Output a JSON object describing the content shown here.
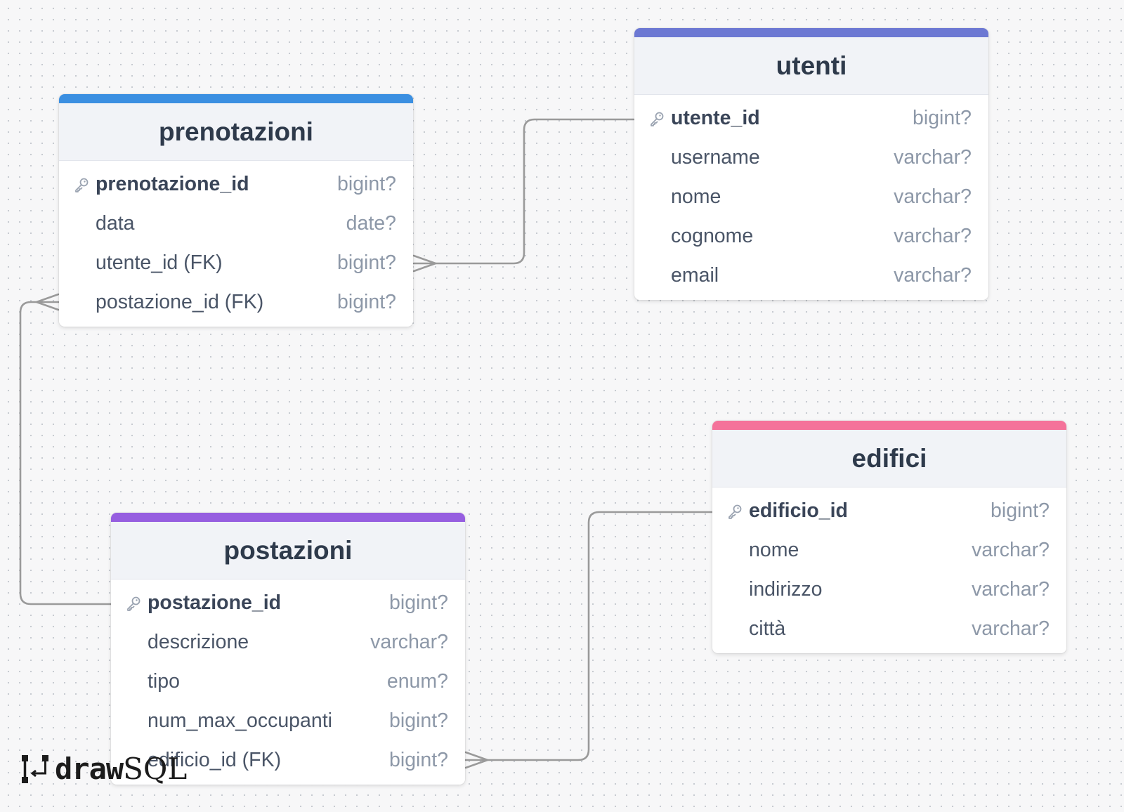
{
  "tables": {
    "prenotazioni": {
      "title": "prenotazioni",
      "color": "#3b8fe1",
      "fields": [
        {
          "name": "prenotazione_id",
          "type": "bigint?",
          "pk": true
        },
        {
          "name": "data",
          "type": "date?"
        },
        {
          "name": "utente_id (FK)",
          "type": "bigint?"
        },
        {
          "name": "postazione_id (FK)",
          "type": "bigint?"
        }
      ]
    },
    "utenti": {
      "title": "utenti",
      "color": "#6c78d3",
      "fields": [
        {
          "name": "utente_id",
          "type": "bigint?",
          "pk": true
        },
        {
          "name": "username",
          "type": "varchar?"
        },
        {
          "name": "nome",
          "type": "varchar?"
        },
        {
          "name": "cognome",
          "type": "varchar?"
        },
        {
          "name": "email",
          "type": "varchar?"
        }
      ]
    },
    "postazioni": {
      "title": "postazioni",
      "color": "#965ee0",
      "fields": [
        {
          "name": "postazione_id",
          "type": "bigint?",
          "pk": true
        },
        {
          "name": "descrizione",
          "type": "varchar?"
        },
        {
          "name": "tipo",
          "type": "enum?"
        },
        {
          "name": "num_max_occupanti",
          "type": "bigint?"
        },
        {
          "name": "edificio_id (FK)",
          "type": "bigint?"
        }
      ]
    },
    "edifici": {
      "title": "edifici",
      "color": "#f4729a",
      "fields": [
        {
          "name": "edificio_id",
          "type": "bigint?",
          "pk": true
        },
        {
          "name": "nome",
          "type": "varchar?"
        },
        {
          "name": "indirizzo",
          "type": "varchar?"
        },
        {
          "name": "città",
          "type": "varchar?"
        }
      ]
    }
  },
  "relations": [
    {
      "from": "prenotazioni.utente_id (FK)",
      "to": "utenti.utente_id",
      "cardinality": "many-to-one"
    },
    {
      "from": "prenotazioni.postazione_id (FK)",
      "to": "postazioni.postazione_id",
      "cardinality": "many-to-one"
    },
    {
      "from": "postazioni.edificio_id (FK)",
      "to": "edifici.edificio_id",
      "cardinality": "many-to-one"
    }
  ],
  "logo": {
    "part1": "draw",
    "part2": "SQL"
  },
  "icons": {
    "primary_key": "key-icon",
    "logo_mark": "drawsql-logo-icon"
  }
}
